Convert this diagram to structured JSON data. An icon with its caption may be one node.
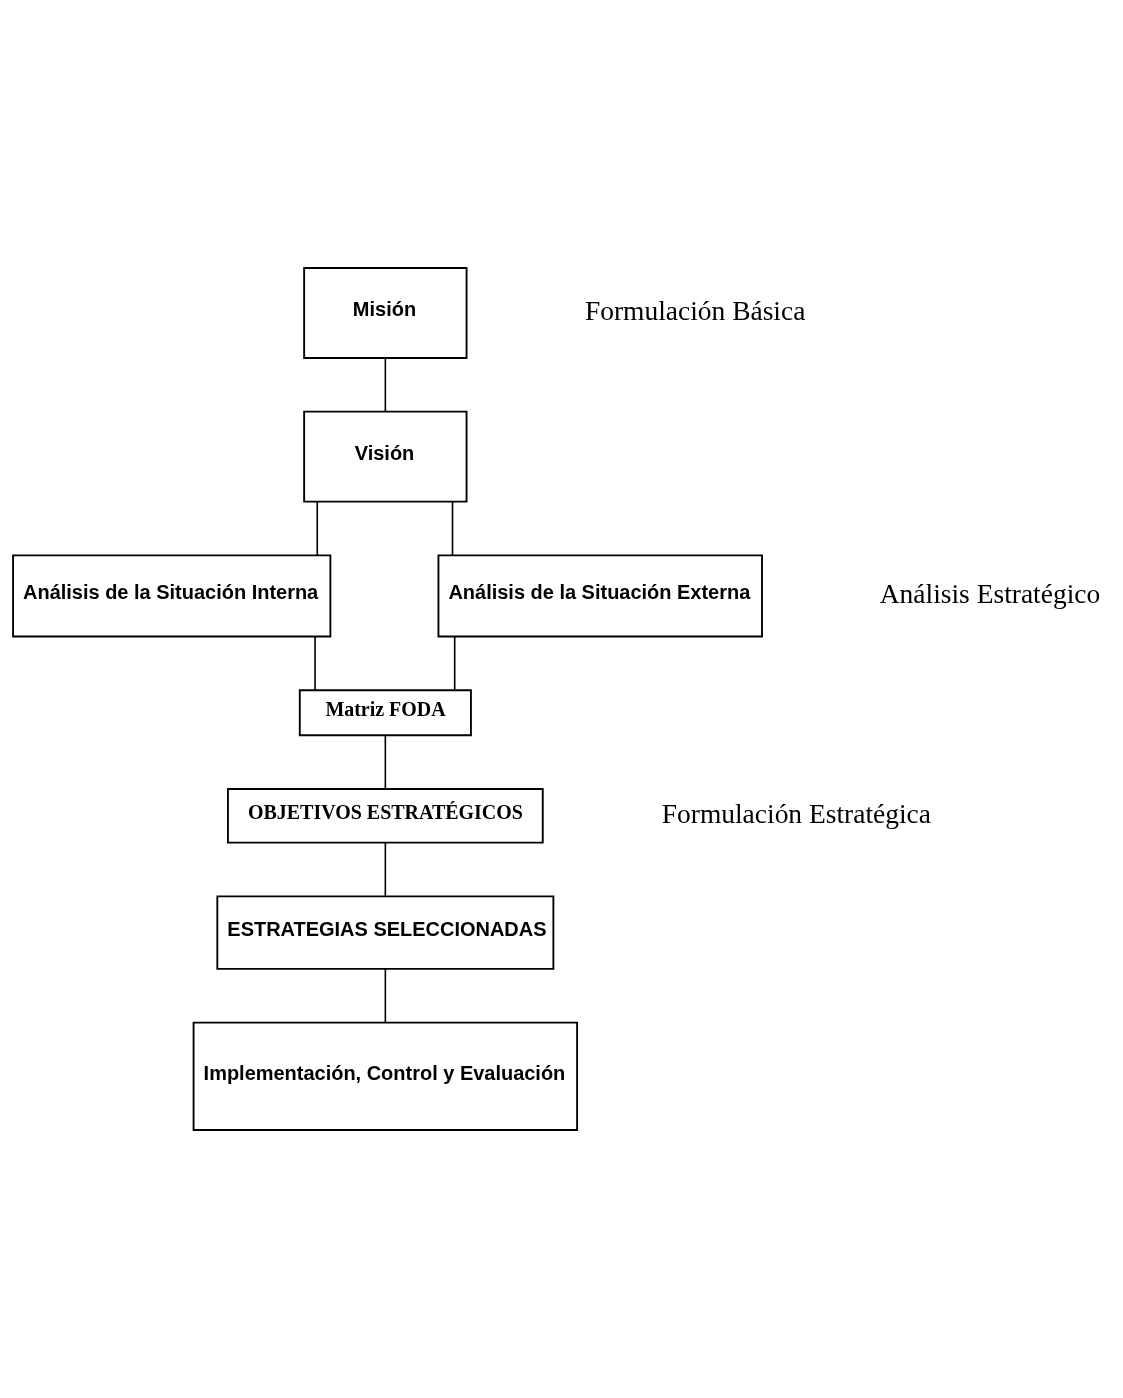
{
  "diagram": {
    "nodes": [
      {
        "text": [
          "Misión"
        ]
      },
      {
        "text": [
          "Visión"
        ]
      },
      {
        "text": [
          "Análisis de la Situación Interna"
        ]
      },
      {
        "text": [
          "Análisis de la Situación Externa"
        ]
      },
      {
        "text": [
          "Matriz FODA"
        ]
      },
      {
        "text": [
          "OBJETIVOS ESTRATÉGICOS"
        ]
      },
      {
        "text": [
          "ESTRATEGIAS SELECCIONADAS"
        ]
      },
      {
        "text": [
          "Implementación, Control y Evaluación"
        ]
      }
    ],
    "edges": [
      {
        "from": 0,
        "to": 1,
        "arrow": "none"
      },
      {
        "from": 1,
        "to": 2,
        "arrow": "none"
      },
      {
        "from": 1,
        "to": 3,
        "arrow": "none"
      },
      {
        "from": 2,
        "to": 4,
        "arrow": "none"
      },
      {
        "from": 3,
        "to": 4,
        "arrow": "none"
      },
      {
        "from": 4,
        "to": 5,
        "arrow": "none"
      },
      {
        "from": 5,
        "to": 6,
        "arrow": "none"
      },
      {
        "from": 6,
        "to": 7,
        "arrow": "none"
      }
    ],
    "labels": [
      "Formulación Básica",
      "Análisis Estratégico",
      "Formulación Estratégica"
    ]
  }
}
